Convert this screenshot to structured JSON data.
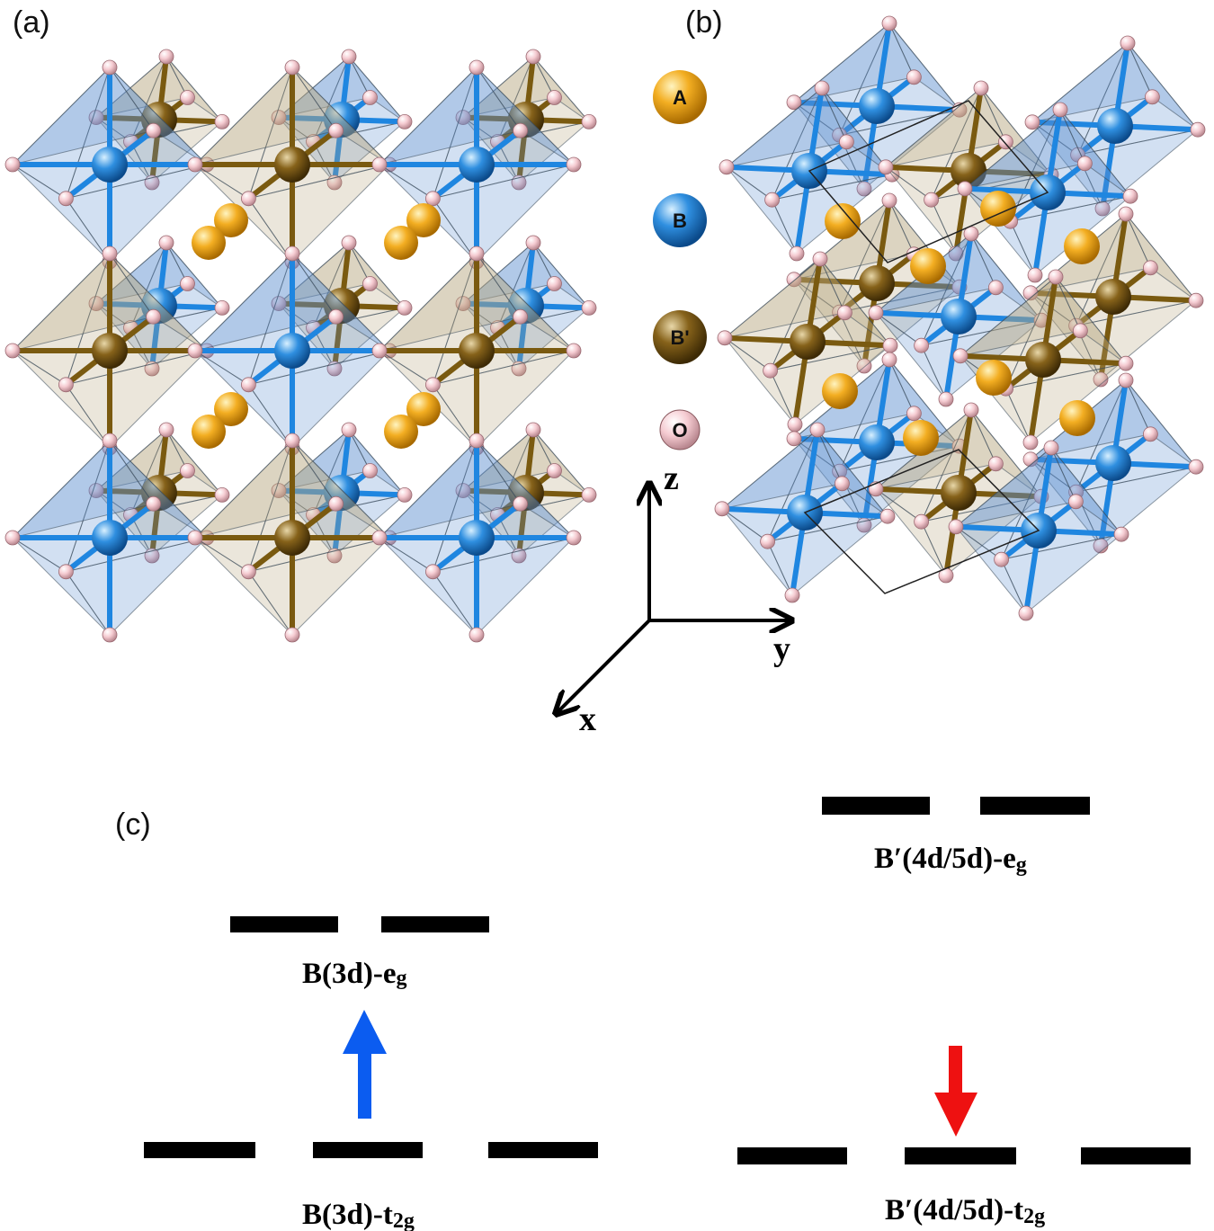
{
  "panels": {
    "a": "(a)",
    "b": "(b)",
    "c": "(c)"
  },
  "legend": [
    {
      "letter": "A",
      "color": "#f0a820"
    },
    {
      "letter": "B",
      "color": "#2f8fe0"
    },
    {
      "letter": "B'",
      "color": "#8a6a1c"
    },
    {
      "letter": "O",
      "color": "#f3c6cc"
    }
  ],
  "axes": {
    "z": "z",
    "y": "y",
    "x": "x"
  },
  "levels": {
    "b_eg": {
      "main": "B(3d)-e",
      "sub": "g"
    },
    "b_t2g": {
      "main": "B(3d)-t",
      "sub": "2g"
    },
    "bp_eg": {
      "main": "B′(4d/5d)-e",
      "sub": "g"
    },
    "bp_t2g": {
      "main": "B′(4d/5d)-t",
      "sub": "2g"
    }
  },
  "arrows": {
    "up_color": "#0b5cf0",
    "down_color": "#ee1111"
  },
  "colors": {
    "octa_blue": "#5f8fcf",
    "octa_brown": "#b8a67c",
    "bond_blue": "#1f86e0",
    "bond_brown": "#7a5a10"
  }
}
